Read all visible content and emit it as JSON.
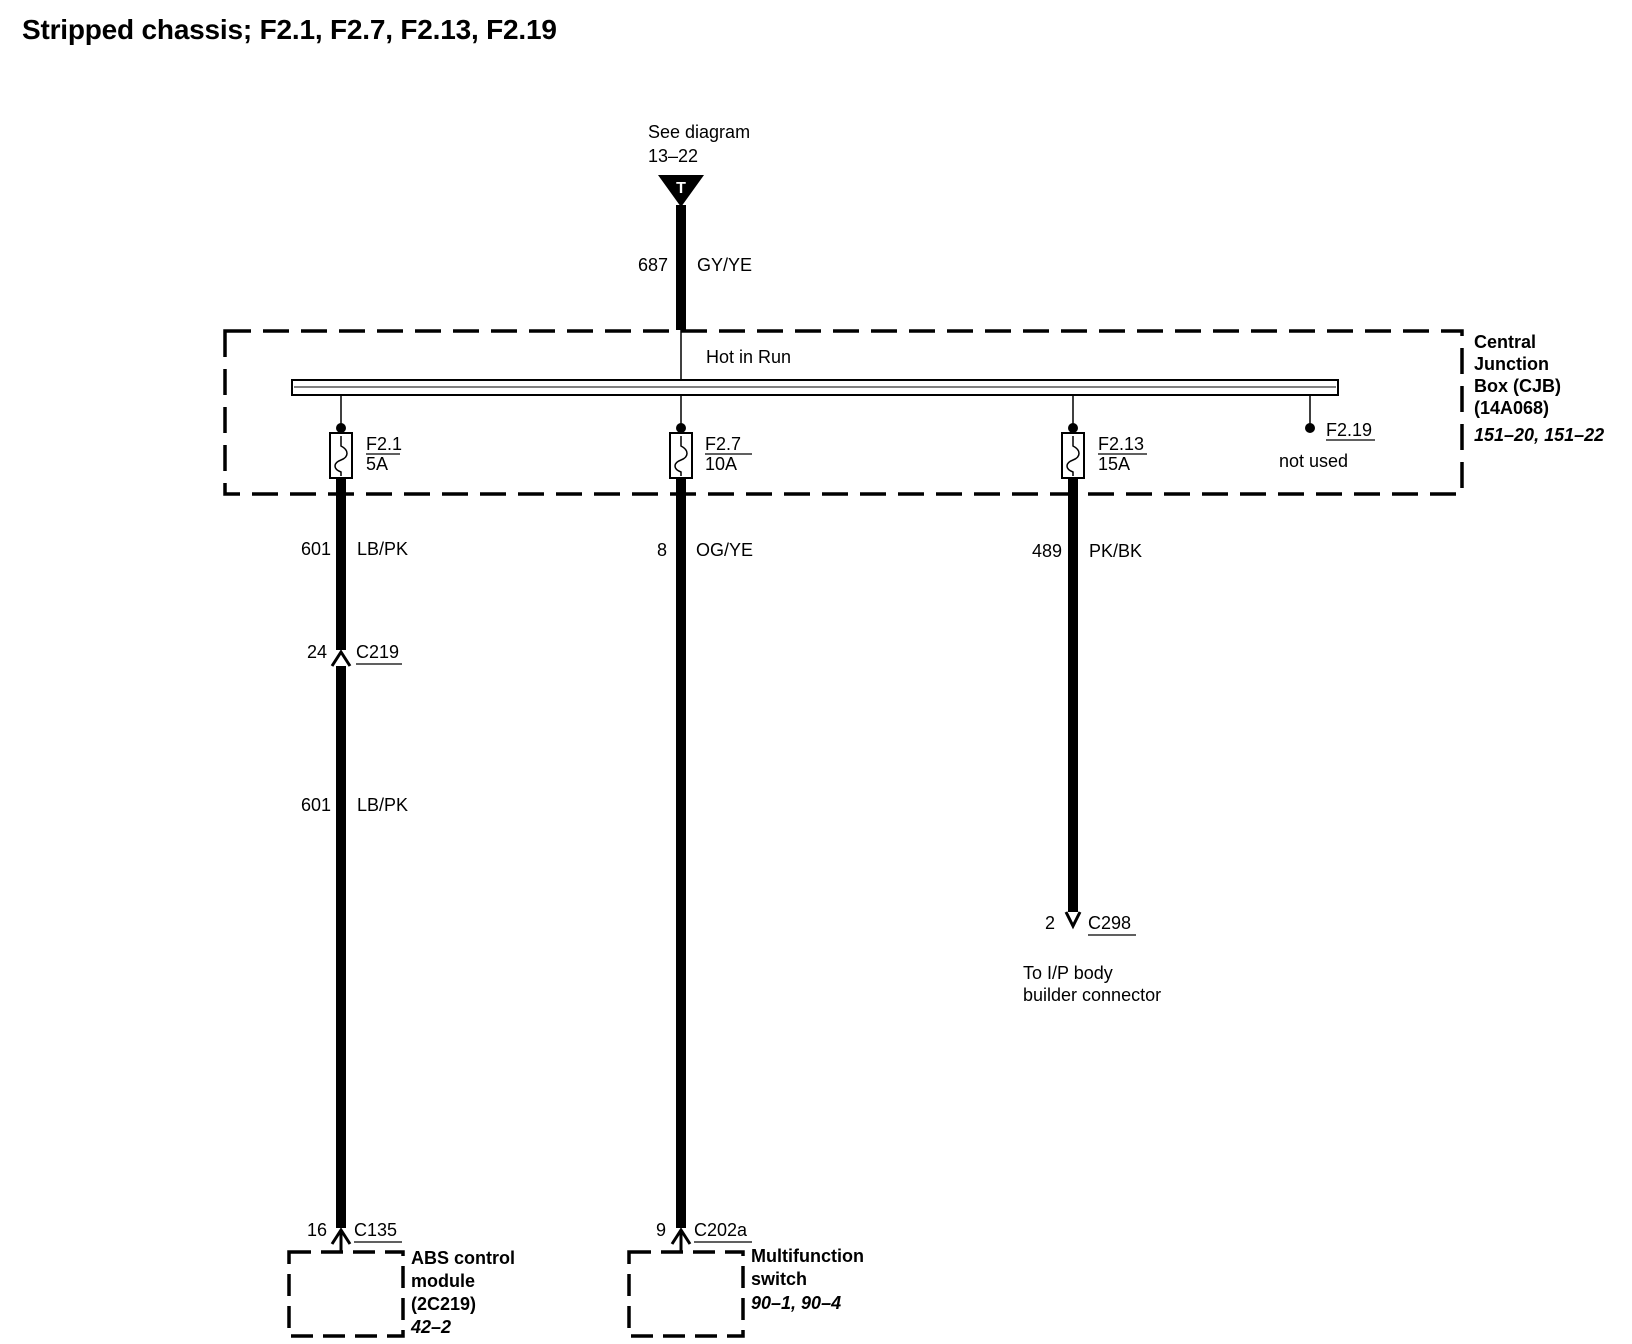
{
  "title": "Stripped chassis; F2.1, F2.7, F2.13, F2.19",
  "source": {
    "line1": "See diagram",
    "line2": "13–22",
    "marker": "T",
    "circuit": "687",
    "color": "GY/YE"
  },
  "cjb": {
    "bus_label": "Hot in Run",
    "name_lines": [
      "Central",
      "Junction",
      "Box (CJB)",
      "(14A068)"
    ],
    "ref": "151–20, 151–22"
  },
  "fuses": {
    "f1": {
      "name": "F2.1",
      "rating": "5A"
    },
    "f2": {
      "name": "F2.7",
      "rating": "10A"
    },
    "f3": {
      "name": "F2.13",
      "rating": "15A"
    },
    "f4": {
      "name": "F2.19",
      "note": "not used"
    }
  },
  "branches": {
    "abs": {
      "upper_circuit": "601",
      "upper_color": "LB/PK",
      "inline_pin": "24",
      "inline_connector": "C219",
      "lower_circuit": "601",
      "lower_color": "LB/PK",
      "end_pin": "16",
      "end_connector": "C135",
      "component_lines": [
        "ABS control",
        "module",
        "(2C219)"
      ],
      "component_ref": "42–2"
    },
    "mfs": {
      "circuit": "8",
      "color": "OG/YE",
      "end_pin": "9",
      "end_connector": "C202a",
      "component_lines": [
        "Multifunction",
        "switch"
      ],
      "component_ref": "90–1, 90–4"
    },
    "ip": {
      "circuit": "489",
      "color": "PK/BK",
      "end_pin": "2",
      "end_connector": "C298",
      "dest_lines": [
        "To I/P body",
        "builder connector"
      ]
    }
  }
}
